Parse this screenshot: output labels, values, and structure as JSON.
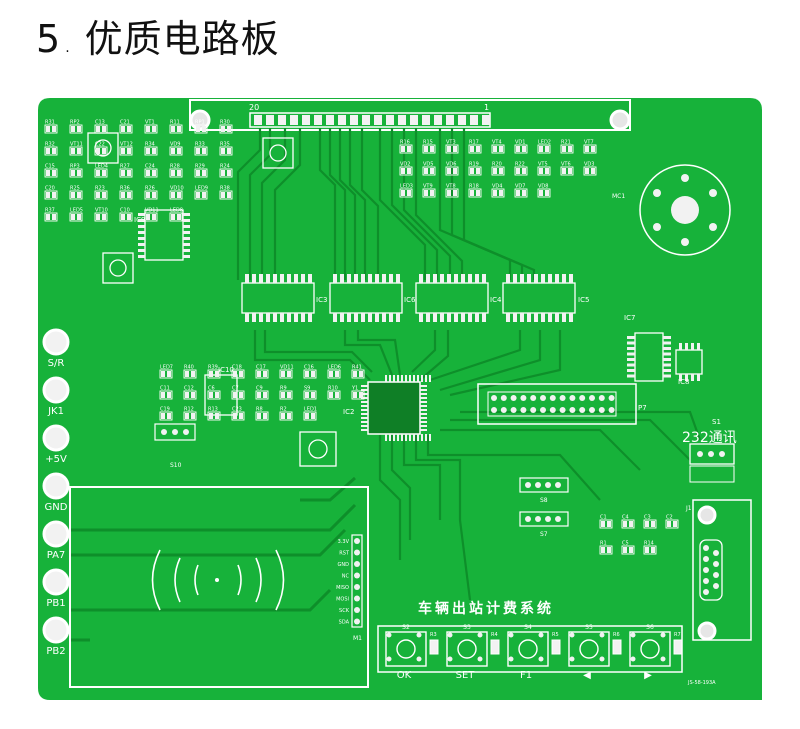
{
  "title": {
    "number": "5",
    "text": "优质电路板"
  },
  "board": {
    "colors": {
      "solder_mask": "#17b23a",
      "trace": "#0e8f2a",
      "pad": "#f2f2f2",
      "silkscreen": "#ffffff",
      "background": "#ffffff"
    },
    "header_pins": {
      "left": "20",
      "right": "1"
    },
    "side_labels": [
      "S/R",
      "JK1",
      "+5V",
      "GND",
      "PA7",
      "PB1",
      "PB2"
    ],
    "ic_labels": [
      "IC3",
      "IC6",
      "IC4",
      "IC5",
      "IC7",
      "IC8",
      "IC2",
      "IC9",
      "IC10"
    ],
    "connector_labels": {
      "p7": "P7",
      "s1": "S1",
      "comm": "232通讯",
      "j1": "J1",
      "m1": "M1",
      "s7": "S7",
      "s8": "S8",
      "s10": "S10",
      "mc1": "MC1"
    },
    "m1_pins": [
      "3.3V",
      "RST",
      "GND",
      "NC",
      "MISO",
      "MOSI",
      "SCK",
      "SDA"
    ],
    "project_name": "车辆出站计费系统",
    "buttons": [
      {
        "ref": "S2",
        "label": "OK"
      },
      {
        "ref": "S3",
        "label": "SET"
      },
      {
        "ref": "S4",
        "label": "F1"
      },
      {
        "ref": "S5",
        "label": "◀"
      },
      {
        "ref": "S6",
        "label": "▶"
      }
    ],
    "resistors_near_buttons": [
      "R3",
      "R4",
      "R5",
      "R6",
      "R7"
    ],
    "component_refs_left": [
      "R31",
      "RP2",
      "C13",
      "C21",
      "VT1",
      "R11",
      "RP1",
      "R30",
      "R32",
      "VT11",
      "C22",
      "VT12",
      "R34",
      "VD9",
      "R33",
      "R35",
      "C15",
      "RP3",
      "LED4",
      "R27",
      "C24",
      "R28",
      "R29",
      "R24",
      "C20",
      "R25",
      "R23",
      "R36",
      "R26",
      "VD10",
      "LED9",
      "R38",
      "R37",
      "LED5",
      "VT10",
      "C10",
      "VD11",
      "LED8"
    ],
    "component_refs_top": [
      "R16",
      "R15",
      "VT3",
      "R17",
      "VT4",
      "VD1",
      "LED2",
      "R21",
      "VT7",
      "VD2",
      "VD5",
      "VD6",
      "R19",
      "R20",
      "R22",
      "VT5",
      "VT6",
      "VD3",
      "LED3",
      "VT9",
      "VT8",
      "R18",
      "VD4",
      "VD7",
      "VD8"
    ],
    "component_refs_mid": [
      "LED7",
      "R40",
      "R39",
      "C18",
      "C17",
      "VD11",
      "C16",
      "LED6",
      "R41",
      "C11",
      "C12",
      "C6",
      "C7",
      "C9",
      "R9",
      "S9",
      "R10",
      "Y1",
      "C19",
      "R12",
      "R13",
      "C23",
      "R8",
      "R2",
      "LED1"
    ],
    "component_refs_right": [
      "C1",
      "C4",
      "C3",
      "C2",
      "R1",
      "C5",
      "R14"
    ],
    "board_id": "JS-58-193A"
  }
}
